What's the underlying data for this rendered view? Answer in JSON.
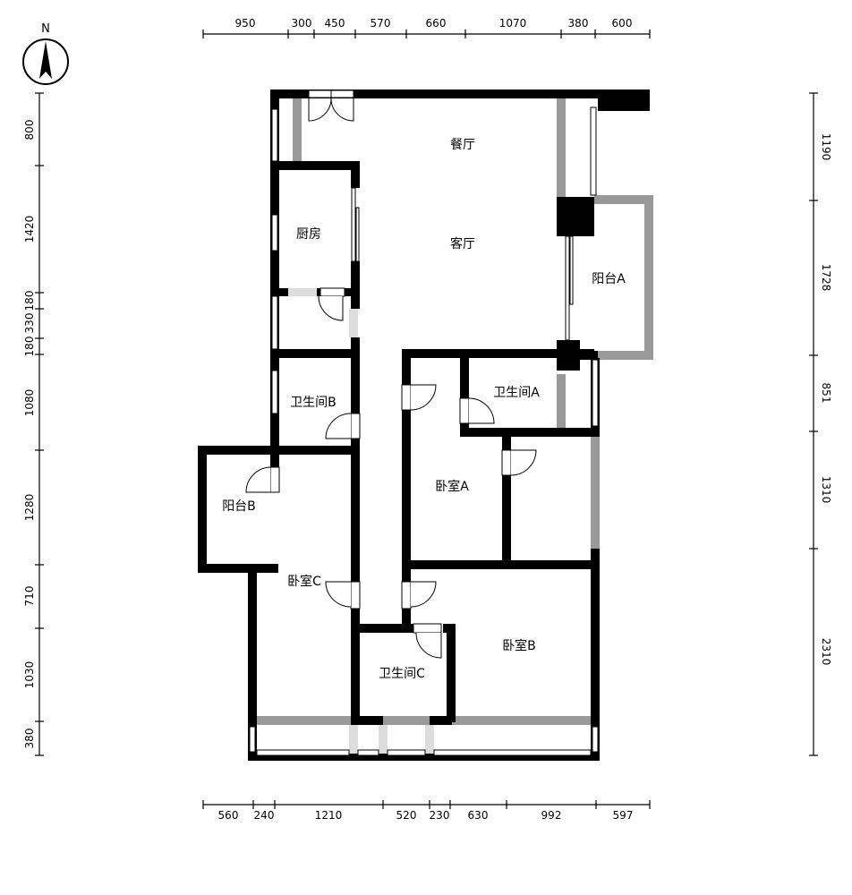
{
  "compass": {
    "label": "N"
  },
  "dimensions": {
    "top": [
      "950",
      "300",
      "450",
      "570",
      "660",
      "1070",
      "380",
      "600"
    ],
    "bottom": [
      "560",
      "240",
      "1210",
      "520",
      "230",
      "630",
      "992",
      "597"
    ],
    "left": [
      "800",
      "1420",
      "180",
      "330",
      "180",
      "1080",
      "1280",
      "710",
      "1030",
      "380"
    ],
    "right": [
      "1190",
      "1728",
      "851",
      "1310",
      "2310"
    ]
  },
  "rooms": {
    "dining": "餐厅",
    "living": "客厅",
    "kitchen": "厨房",
    "balcony_a": "阳台A",
    "bath_a": "卫生间A",
    "bath_b": "卫生间B",
    "bath_c": "卫生间C",
    "bed_a": "卧室A",
    "bed_b": "卧室B",
    "bed_c": "卧室C",
    "balcony_b": "阳台B"
  },
  "colors": {
    "wall": "#000000",
    "partition": "#999999",
    "light_wall": "#dddddd"
  }
}
